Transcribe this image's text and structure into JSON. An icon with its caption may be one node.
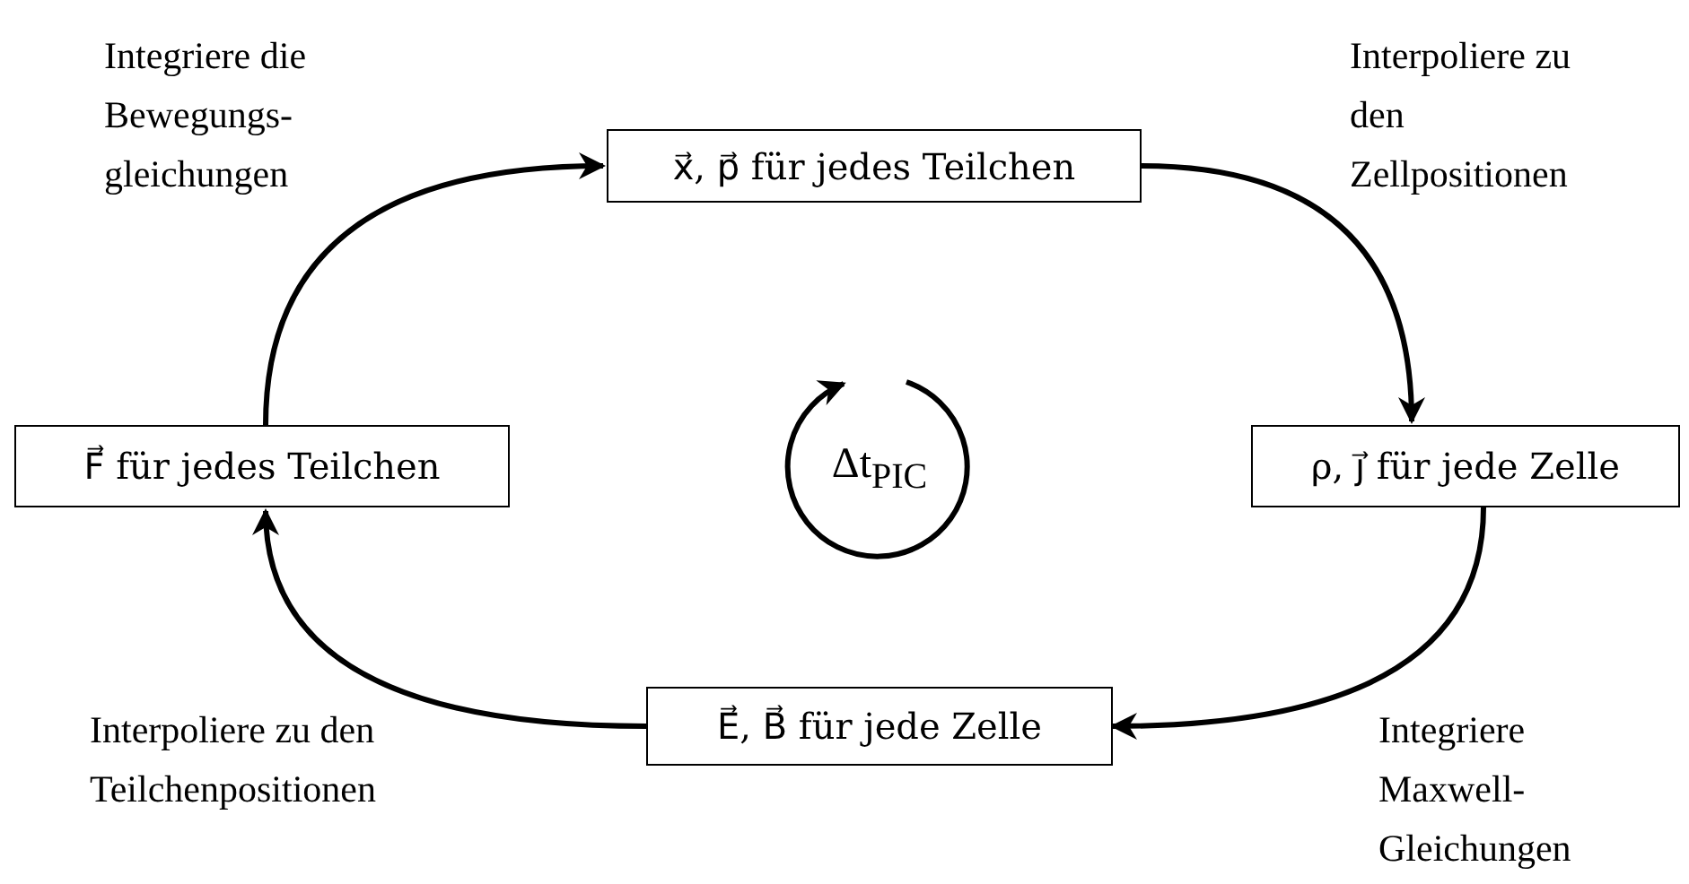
{
  "diagram": {
    "nodes": [
      {
        "text": [
          "x⃗, p⃗ für jedes Teilchen"
        ]
      },
      {
        "text": [
          "ρ, j⃗ für jede Zelle"
        ]
      },
      {
        "text": [
          "E⃗, B⃗ für jede Zelle"
        ]
      },
      {
        "text": [
          "F⃗ für jedes Teilchen"
        ]
      }
    ],
    "edges": [
      {
        "from": 0,
        "to": 1,
        "arrow": "to",
        "label": "Interpoliere zu den Zellpositionen"
      },
      {
        "from": 1,
        "to": 2,
        "arrow": "to",
        "label": "Integriere Maxwell- Gleichungen"
      },
      {
        "from": 2,
        "to": 3,
        "arrow": "to",
        "label": "Interpoliere zu den Teilchenpositionen"
      },
      {
        "from": 3,
        "to": 0,
        "arrow": "to",
        "label": "Integriere die Bewegungs- gleichungen"
      }
    ],
    "labels": [
      "Δt$_{PIC}$"
    ]
  }
}
